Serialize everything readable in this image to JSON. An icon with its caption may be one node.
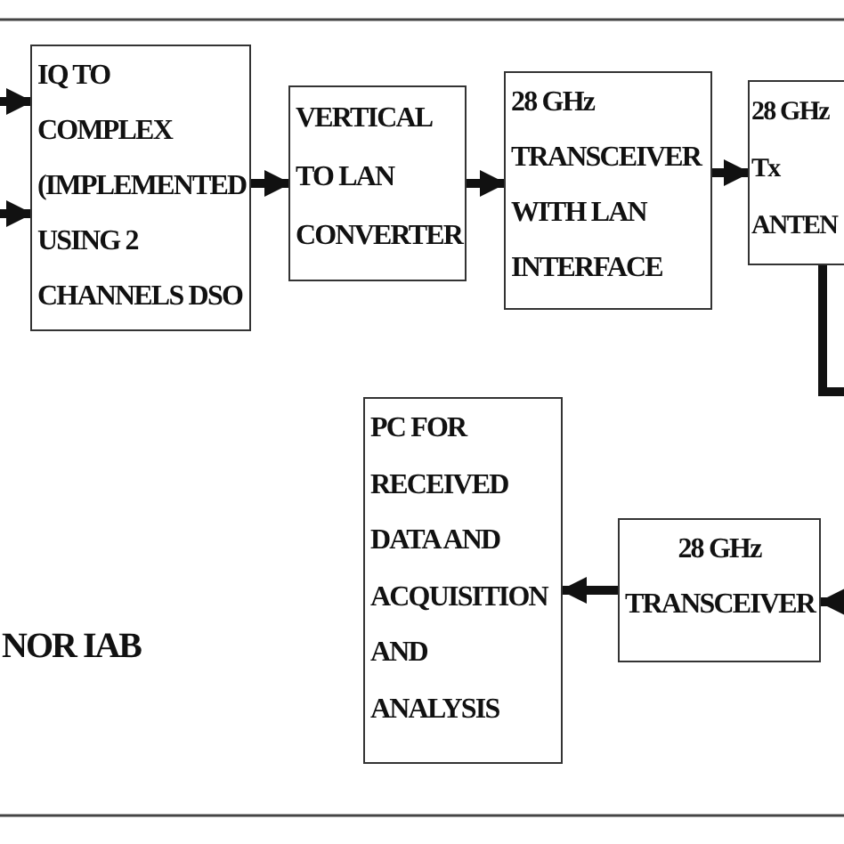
{
  "diagram": {
    "nodes": [
      {
        "text": [
          "IQ TO COMPLEX (IMPLEMENTED USING 2 CHANNELS DSO"
        ]
      },
      {
        "text": [
          "VERTICAL TO LAN CONVERTER"
        ]
      },
      {
        "text": [
          "28 GHz TRANSCEIVER WITH LAN INTERFACE"
        ]
      },
      {
        "text": [
          "28 GHz Tx ANTEN"
        ]
      },
      {
        "text": [
          "PC FOR RECEIVED DATA AND ACQUISITION AND ANALYSIS"
        ]
      },
      {
        "text": [
          "28 GHz TRANSCEIVER"
        ]
      }
    ],
    "edges": [
      {
        "from": null,
        "to": 0,
        "arrow": "to"
      },
      {
        "from": null,
        "to": 0,
        "arrow": "to"
      },
      {
        "from": 0,
        "to": 1,
        "arrow": "to"
      },
      {
        "from": 1,
        "to": 2,
        "arrow": "to"
      },
      {
        "from": 2,
        "to": 3,
        "arrow": "to"
      },
      {
        "from": 3,
        "to": null,
        "arrow": "none"
      },
      {
        "from": null,
        "to": 5,
        "arrow": "to"
      },
      {
        "from": 5,
        "to": 4,
        "arrow": "to"
      }
    ],
    "labels": [
      "NOR IAB"
    ]
  }
}
